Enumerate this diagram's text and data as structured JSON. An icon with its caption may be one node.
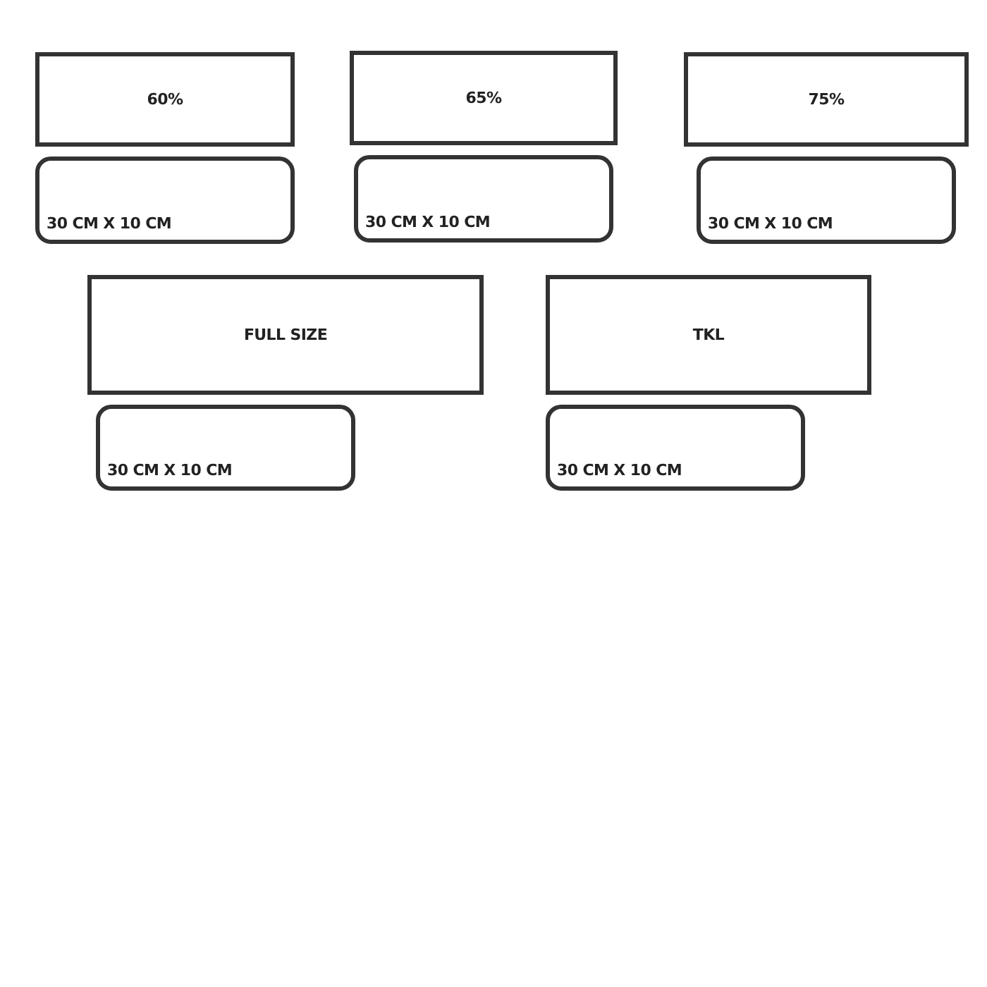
{
  "diagram": {
    "nodes": [
      {
        "text": [
          "60%"
        ]
      },
      {
        "text": [
          "65%"
        ]
      },
      {
        "text": [
          "75%"
        ]
      },
      {
        "text": [
          "30 CM X 10 CM"
        ]
      },
      {
        "text": [
          "30 CM X 10 CM"
        ]
      },
      {
        "text": [
          "30 CM X 10 CM"
        ]
      },
      {
        "text": [
          "FULL SIZE"
        ]
      },
      {
        "text": [
          "TKL"
        ]
      },
      {
        "text": [
          "30 CM X 10 CM"
        ]
      },
      {
        "text": [
          "30 CM X 10 CM"
        ]
      }
    ],
    "edges": []
  }
}
